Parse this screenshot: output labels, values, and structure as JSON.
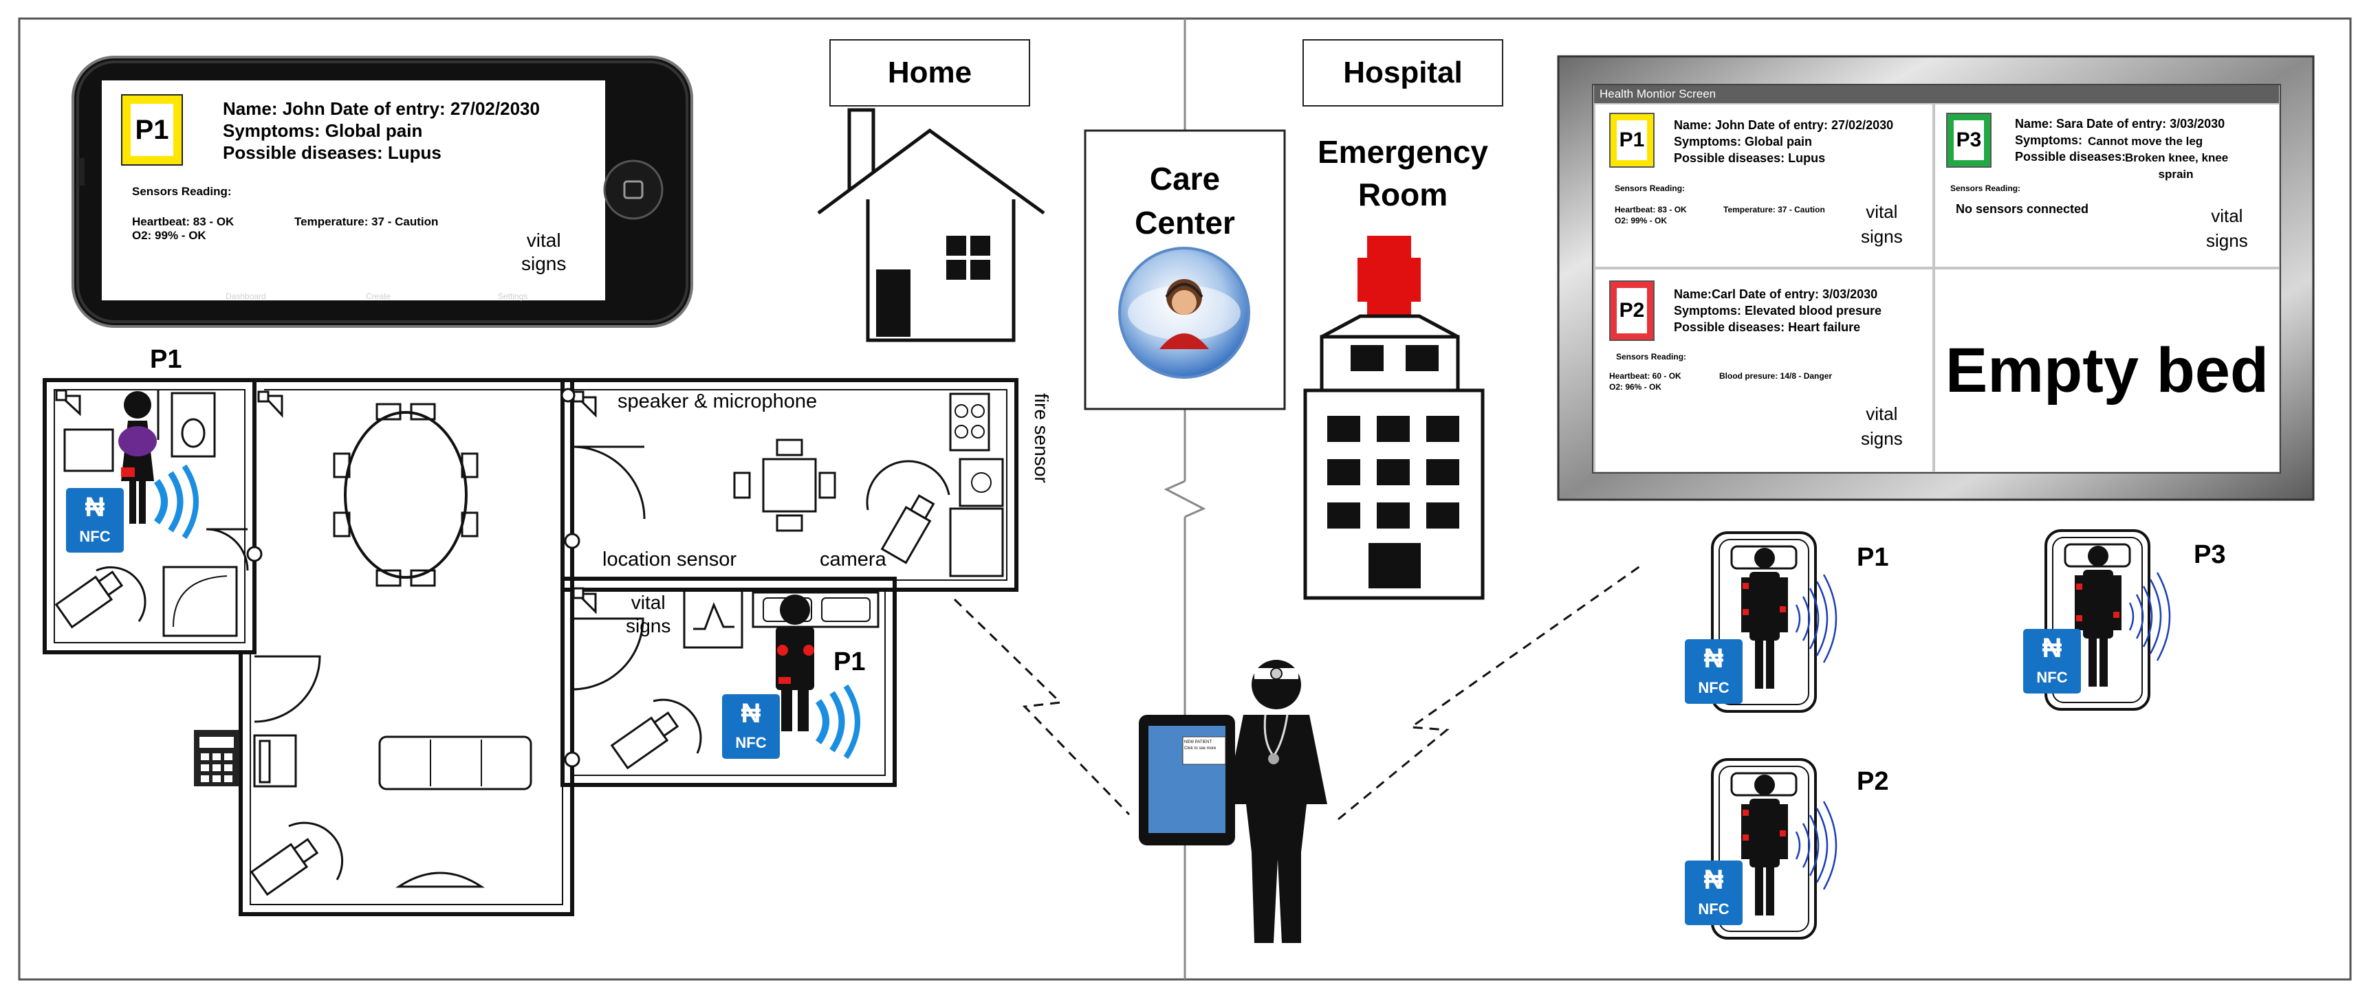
{
  "sections": {
    "home_label": "Home",
    "hospital_label": "Hospital",
    "care_center_line1": "Care",
    "care_center_line2": "Center",
    "er_line1": "Emergency",
    "er_line2": "Room"
  },
  "phone": {
    "badge": "P1",
    "name_line": "Name:  John   Date of entry: 27/02/2030",
    "symptoms_line": "Symptoms: Global pain",
    "diseases_line": "Possible diseases: Lupus",
    "sensors_title": "Sensors Reading:",
    "heartbeat": "Heartbeat: 83 - OK",
    "temperature": "Temperature: 37 -  Caution",
    "o2": "O2: 99% - OK",
    "vital_line1": "vital",
    "vital_line2": "signs",
    "tab1": "Dashboard",
    "tab2": "Create",
    "tab3": "Settings"
  },
  "floorplan": {
    "p1_label_top": "P1",
    "p1_label_bed": "P1",
    "speaker": "speaker & microphone",
    "fire": "fire sensor",
    "location": "location sensor",
    "camera": "camera",
    "vital_line1": "vital",
    "vital_line2": "signs",
    "nfc": "NFC"
  },
  "tablet": {
    "line1": "NEW PATIENT",
    "line2": "Click to see more"
  },
  "monitor": {
    "title": "Health Montior Screen",
    "empty_bed": "Empty bed",
    "vital_line1": "vital",
    "vital_line2": "signs",
    "sensors_title": "Sensors Reading:",
    "p1": {
      "badge": "P1",
      "name_line": "Name: John   Date of entry: 27/02/2030",
      "symptoms_line": "Symptoms: Global pain",
      "diseases_line": "Possible diseases: Lupus",
      "heartbeat": "Heartbeat: 83 - OK",
      "temperature": "Temperature: 37 -  Caution",
      "o2": "O2: 99% - OK"
    },
    "p3": {
      "badge": "P3",
      "name_line": "Name: Sara      Date of entry: 3/03/2030",
      "symptoms_prefix": "Symptoms:",
      "symptoms_value": "Cannot move the leg",
      "diseases_prefix": "Possible diseases:",
      "diseases_value1": "Broken knee, knee",
      "diseases_value2": "sprain",
      "no_sensors": "No sensors connected"
    },
    "p2": {
      "badge": "P2",
      "name_line": "Name:Carl      Date of entry: 3/03/2030",
      "symptoms_line": "Symptoms:  Elevated blood presure",
      "diseases_line": "Possible diseases:  Heart failure",
      "heartbeat": "Heartbeat: 60 - OK",
      "blood": "Blood presure: 14/8 - Danger",
      "o2": "O2: 96% - OK"
    }
  },
  "beds": {
    "p1": "P1",
    "p2": "P2",
    "p3": "P3",
    "nfc": "NFC"
  },
  "colors": {
    "yellow": "#ffe600",
    "green": "#22a844",
    "red_badge": "#e8343a",
    "nfc_blue": "#1672c4",
    "wave_blue": "#1a3fb8",
    "cross_red": "#e01010"
  }
}
